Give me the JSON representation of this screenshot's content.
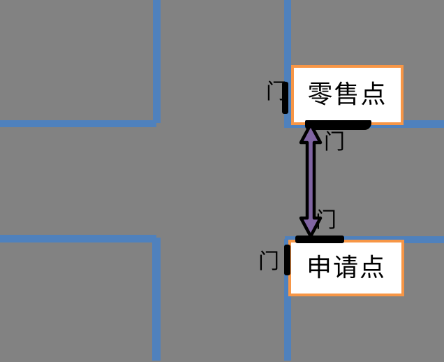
{
  "diagram": {
    "type": "street-intersection-route-map",
    "colors": {
      "background": "#828282",
      "road_edge": "#4F81BD",
      "door_marker": "#000000",
      "box_border": "#F79646",
      "box_fill": "#FFFFFF",
      "arrow": "#8064A2",
      "text": "#000000"
    },
    "nodes": [
      {
        "id": "retail-point",
        "label": "零售点"
      },
      {
        "id": "application-point",
        "label": "申请点"
      }
    ],
    "door_labels": [
      {
        "id": "retail-left",
        "label": "门"
      },
      {
        "id": "retail-bottom",
        "label": "门"
      },
      {
        "id": "application-top",
        "label": "门"
      },
      {
        "id": "application-left",
        "label": "门"
      }
    ],
    "connector": {
      "type": "double-headed-arrow",
      "from": "零售点",
      "to": "申请点"
    }
  }
}
